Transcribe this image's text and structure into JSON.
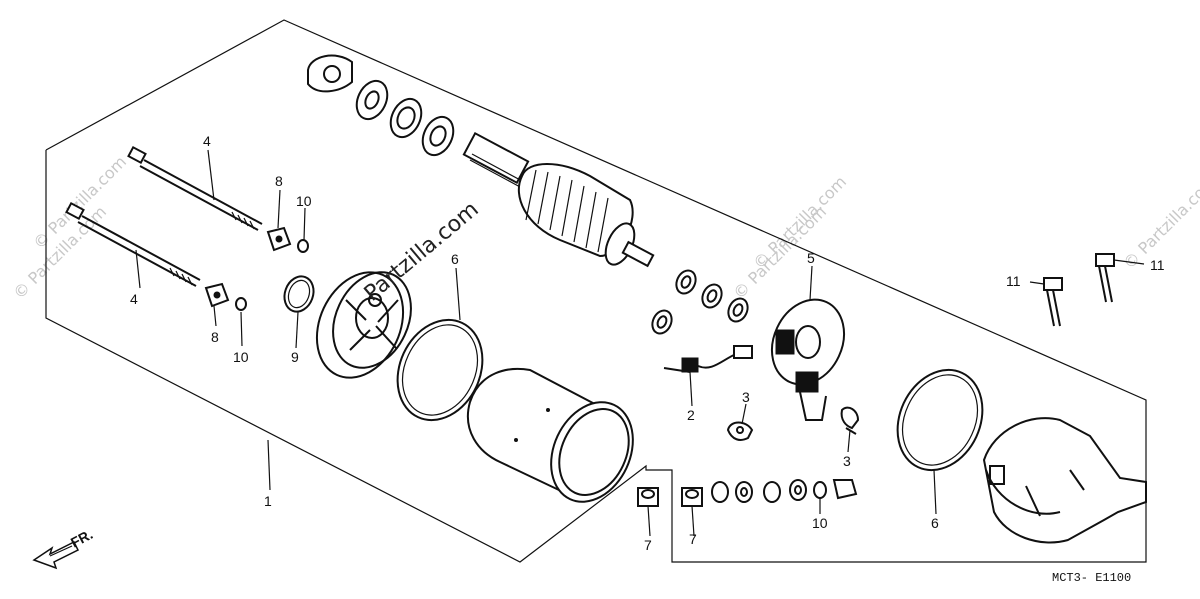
{
  "diagram": {
    "callouts": {
      "c1": "1",
      "c2": "2",
      "c3a": "3",
      "c3b": "3",
      "c4a": "4",
      "c4b": "4",
      "c5": "5",
      "c6a": "6",
      "c6b": "6",
      "c7a": "7",
      "c7b": "7",
      "c8a": "8",
      "c8b": "8",
      "c9": "9",
      "c10a": "10",
      "c10b": "10",
      "c10c": "10",
      "c11a": "11",
      "c11b": "11"
    },
    "direction_label": "FR.",
    "diagram_code": "MCT3- E1100",
    "watermark_center": "Partzilla.com",
    "watermark_faint": "© Partzilla.com"
  },
  "colors": {
    "line": "#111111",
    "watermark": "#c8c8c8",
    "background": "#ffffff"
  }
}
